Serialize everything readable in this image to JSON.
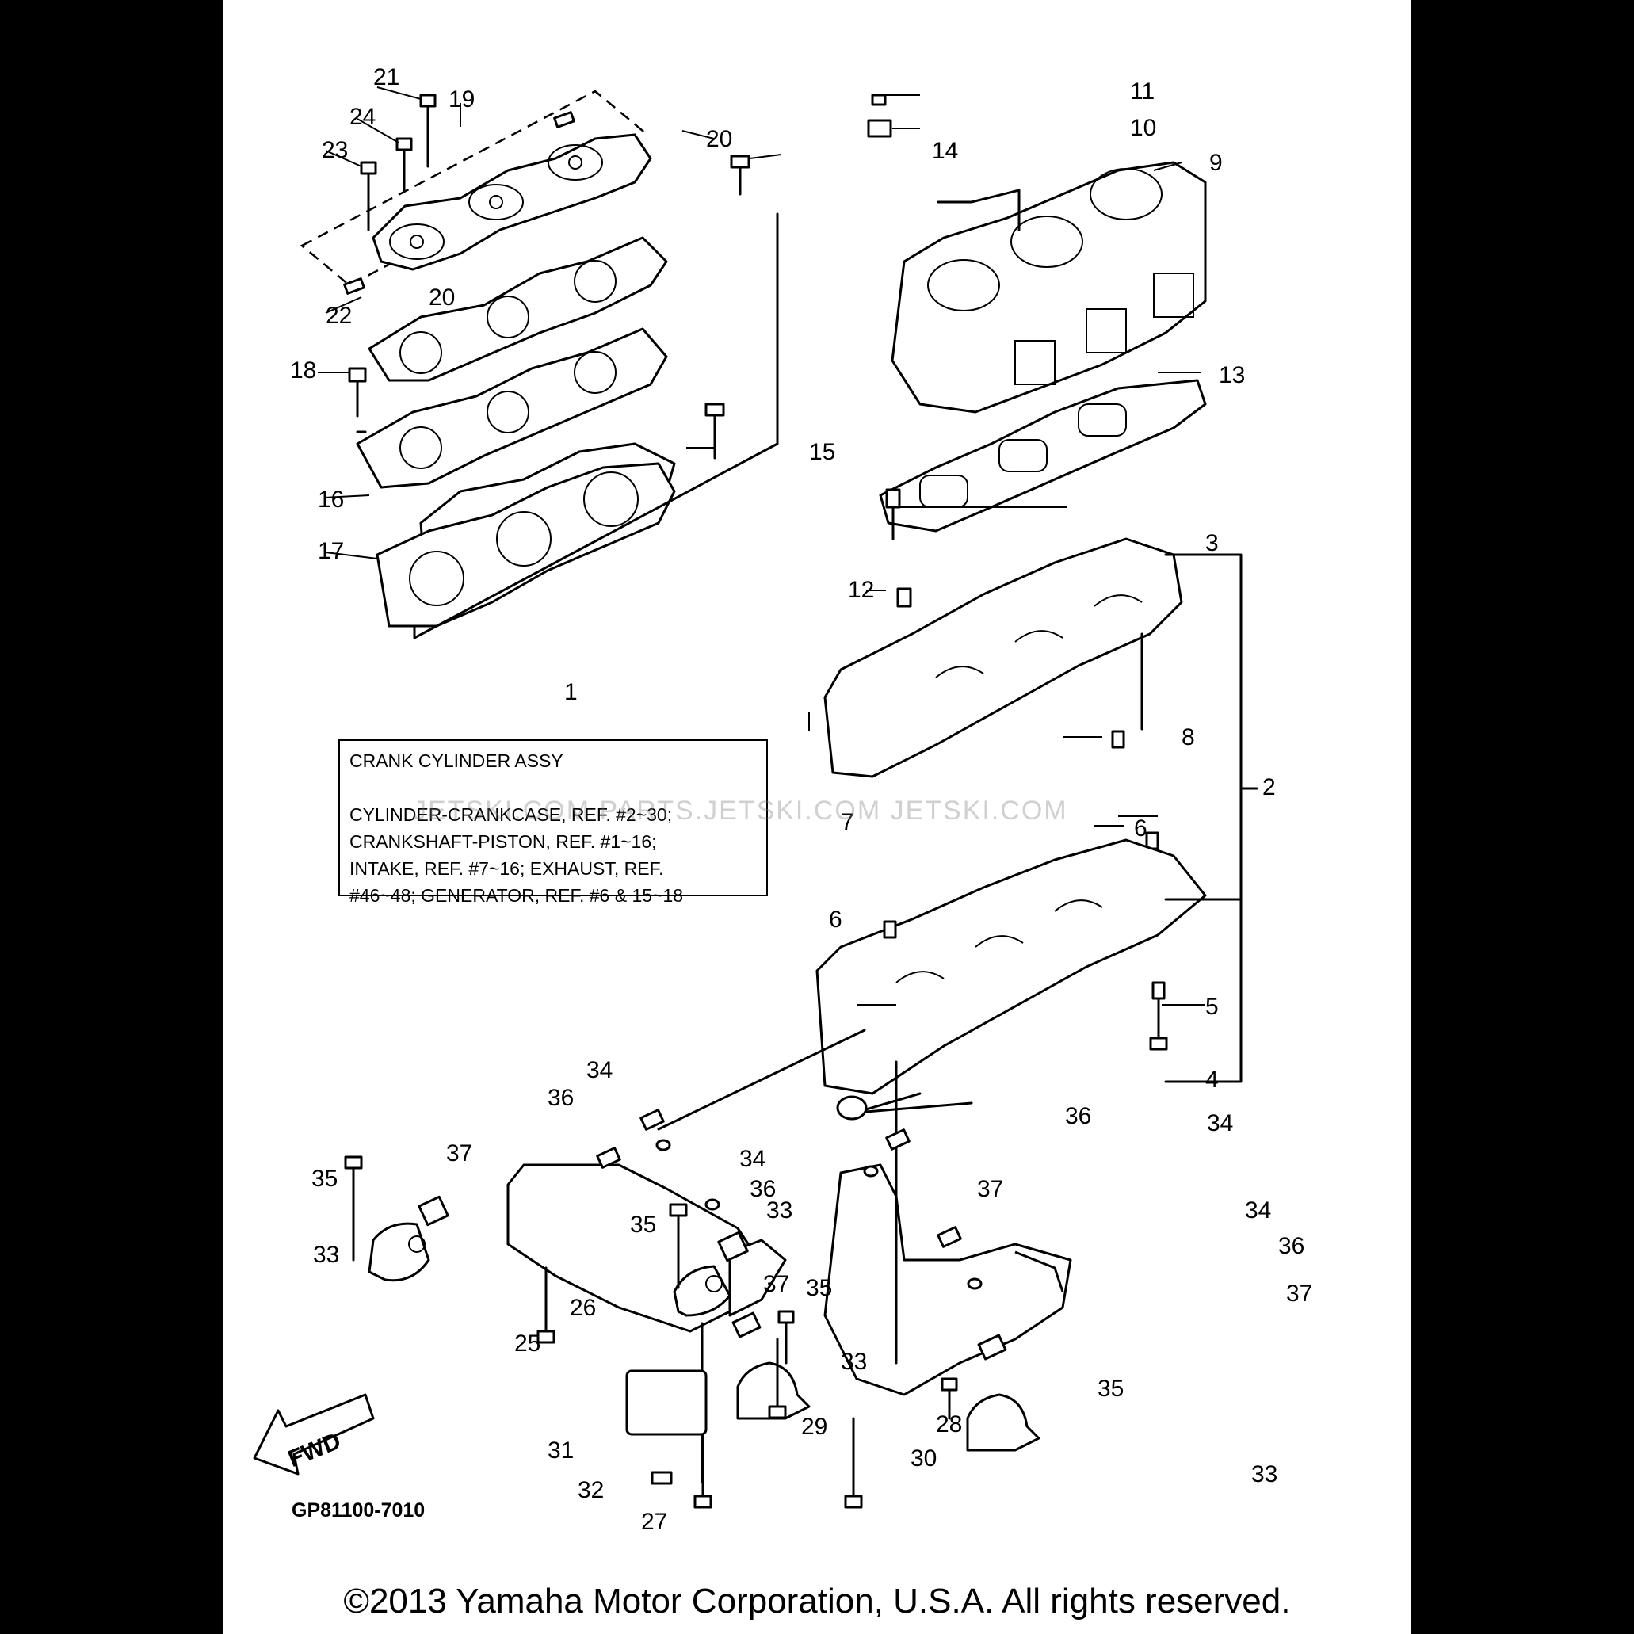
{
  "assembly_box": {
    "title": "CRANK CYLINDER ASSY",
    "lines": [
      "CYLINDER-CRANKCASE, REF. #2~30;",
      "CRANKSHAFT-PISTON, REF. #1~16;",
      "INTAKE, REF. #7~16; EXHAUST, REF.",
      "#46~48; GENERATOR, REF. #6 & 15~18"
    ]
  },
  "callouts": [
    "1",
    "2",
    "3",
    "4",
    "5",
    "6",
    "6",
    "7",
    "8",
    "9",
    "10",
    "11",
    "12",
    "13",
    "14",
    "15",
    "16",
    "17",
    "18",
    "19",
    "20",
    "20",
    "21",
    "22",
    "23",
    "24",
    "25",
    "26",
    "27",
    "28",
    "29",
    "30",
    "31",
    "32",
    "33",
    "33",
    "33",
    "33",
    "34",
    "34",
    "34",
    "34",
    "35",
    "35",
    "35",
    "35",
    "36",
    "36",
    "36",
    "36",
    "37",
    "37",
    "37",
    "37"
  ],
  "fwd_label": "FWD",
  "diagram_code": "GP81100-7010",
  "watermark": "JETSKI.COM   PARTS.JETSKI.COM   JETSKI.COM",
  "copyright": "©2013 Yamaha Motor Corporation, U.S.A. All rights reserved."
}
